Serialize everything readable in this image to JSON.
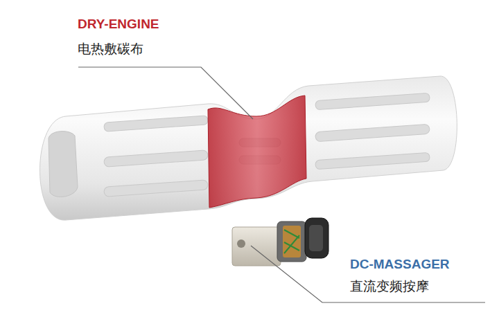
{
  "diagram": {
    "labels": [
      "DRY-ENGINE",
      "电热敷碳布",
      "DC-MASSAGER",
      "直流变频按摩"
    ]
  }
}
